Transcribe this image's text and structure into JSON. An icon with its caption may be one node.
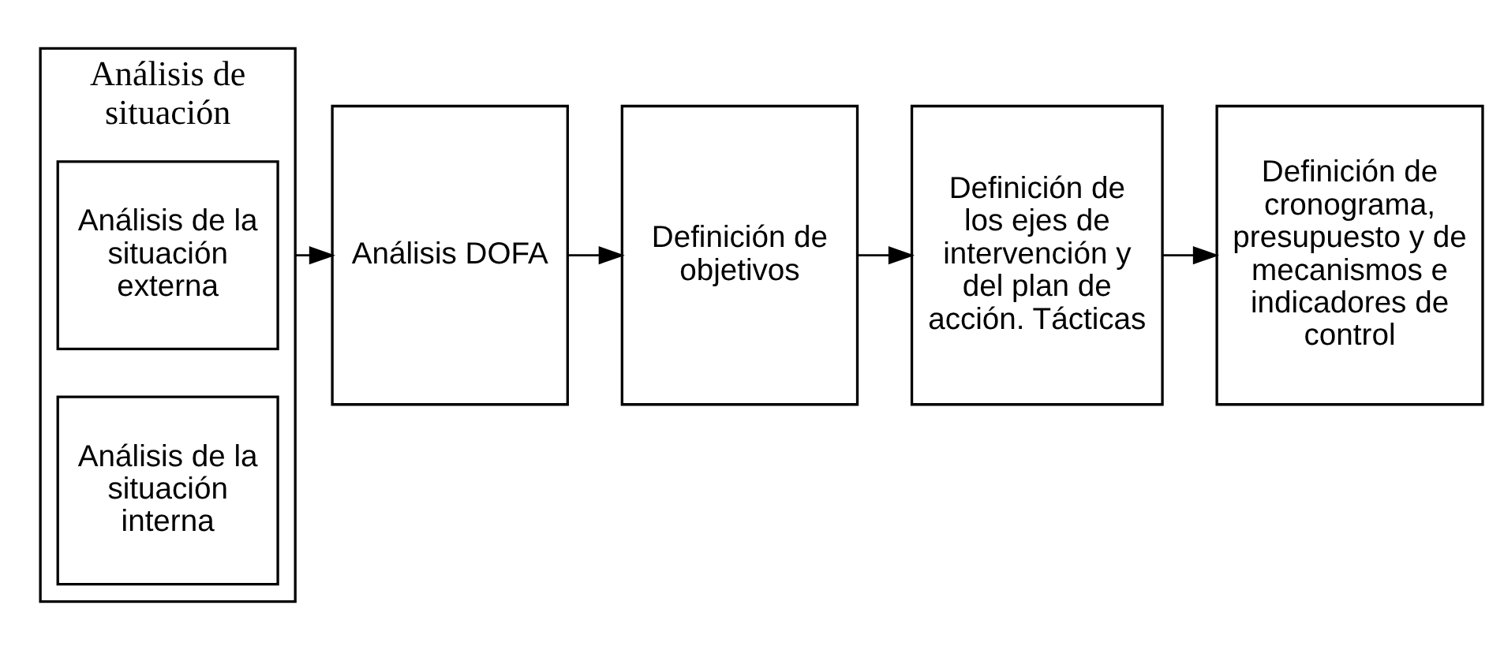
{
  "diagram": {
    "nodes": [
      {
        "text": [
          "Análisis de situación"
        ]
      },
      {
        "text": [
          "Análisis de la situación externa"
        ],
        "in": 0
      },
      {
        "text": [
          "Análisis de la situación interna"
        ],
        "in": 0
      },
      {
        "text": [
          "Análisis DOFA"
        ]
      },
      {
        "text": [
          "Definición de objetivos"
        ]
      },
      {
        "text": [
          "Definición de los ejes de intervención y del plan de acción. Tácticas"
        ]
      },
      {
        "text": [
          "Definición de cronograma, presupuesto y de mecanismos e indicadores de control"
        ]
      }
    ],
    "edges": [
      {
        "from": 0,
        "to": 3,
        "arrow": "to"
      },
      {
        "from": 3,
        "to": 4,
        "arrow": "to"
      },
      {
        "from": 4,
        "to": 5,
        "arrow": "to"
      },
      {
        "from": 5,
        "to": 6,
        "arrow": "to"
      }
    ]
  }
}
